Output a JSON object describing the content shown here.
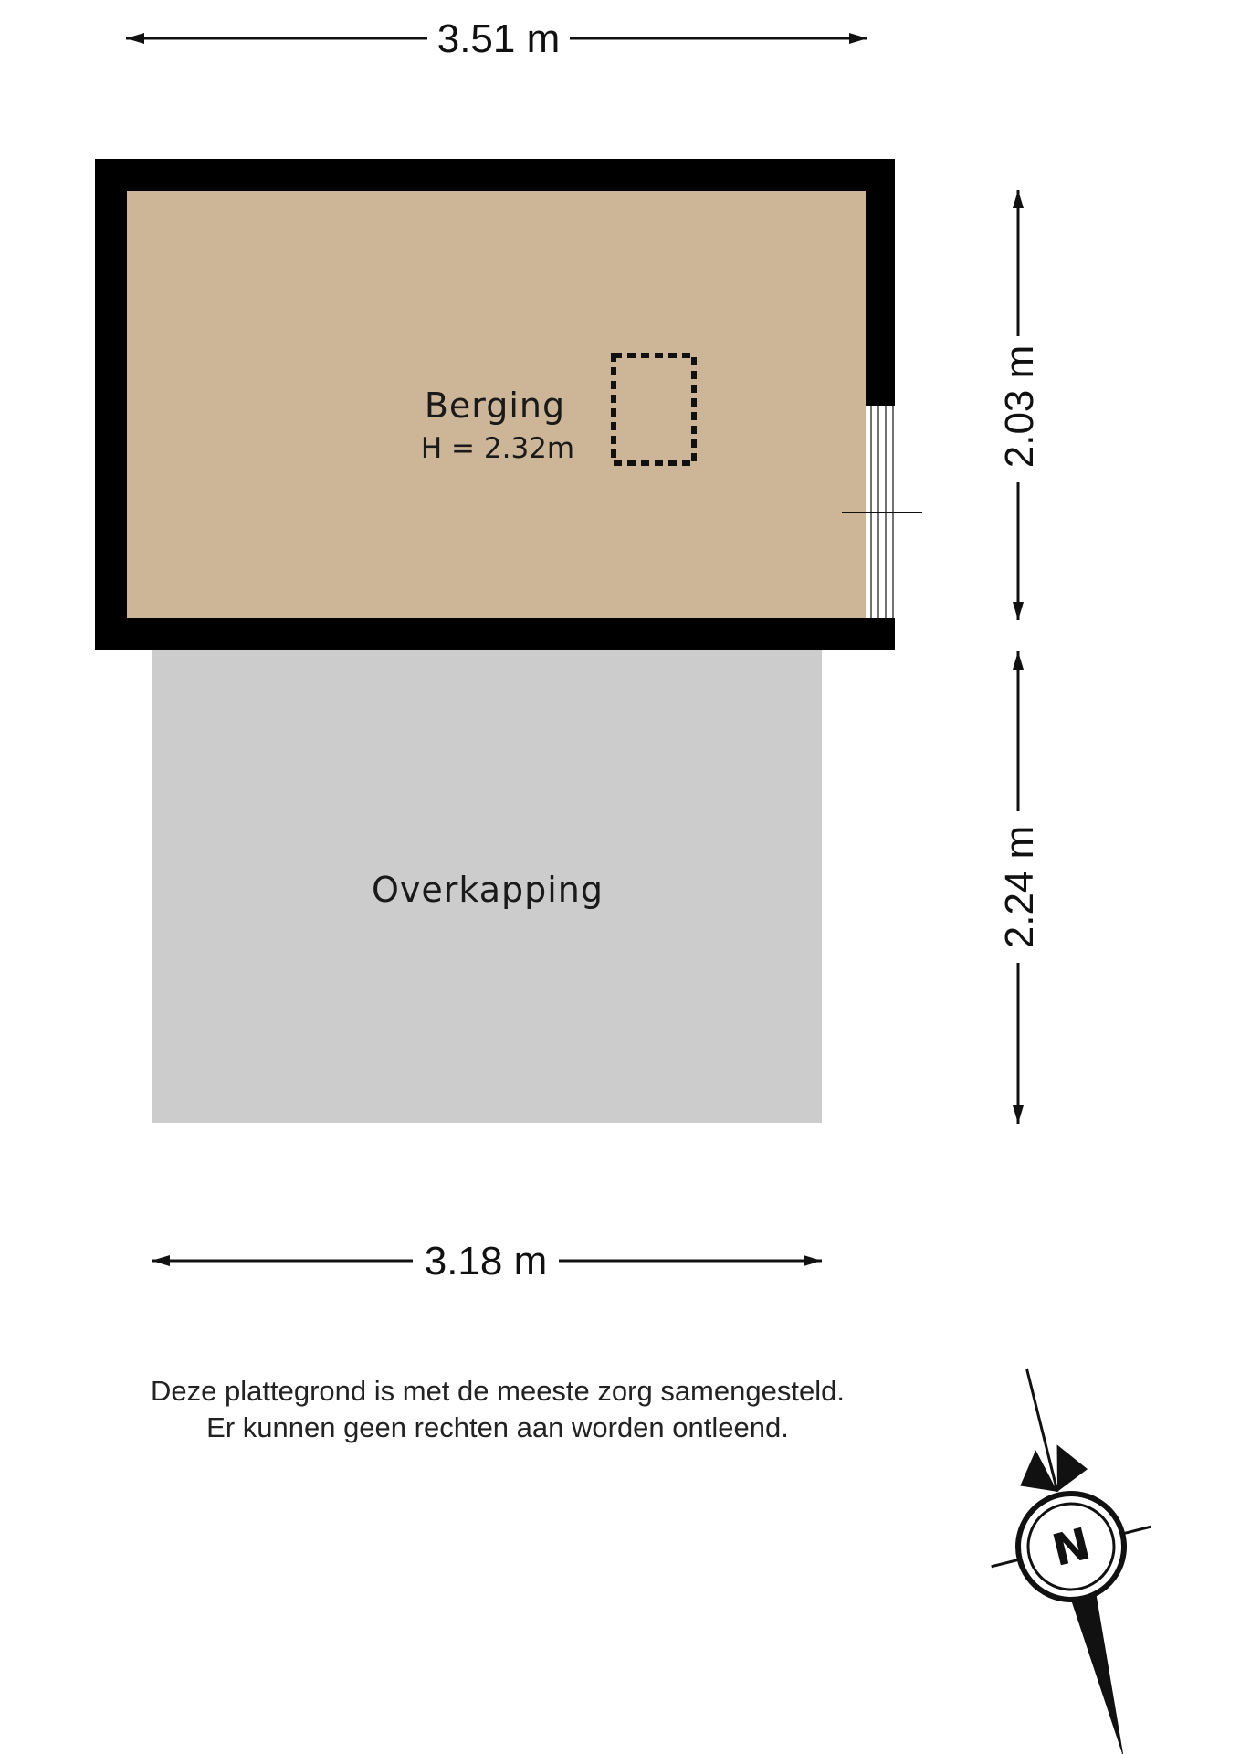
{
  "dimensions": {
    "top_width": "3.51 m",
    "bottom_width": "3.18 m",
    "right_upper_height": "2.03 m",
    "right_lower_height": "2.24 m"
  },
  "rooms": {
    "berging": {
      "name": "Berging",
      "height": "H = 2.32m"
    },
    "overkapping": {
      "name": "Overkapping"
    }
  },
  "disclaimer": {
    "line1": "Deze plattegrond is met de meeste zorg samengesteld.",
    "line2": "Er kunnen geen rechten aan worden ontleend."
  },
  "compass": {
    "north_label": "N"
  },
  "colors": {
    "wall": "#000000",
    "berging_floor": "#cdb698",
    "overkapping_floor": "#cccccc"
  },
  "icons": [
    "north-arrow-icon",
    "arrow-left-icon",
    "arrow-right-icon",
    "arrow-up-icon",
    "arrow-down-icon"
  ]
}
